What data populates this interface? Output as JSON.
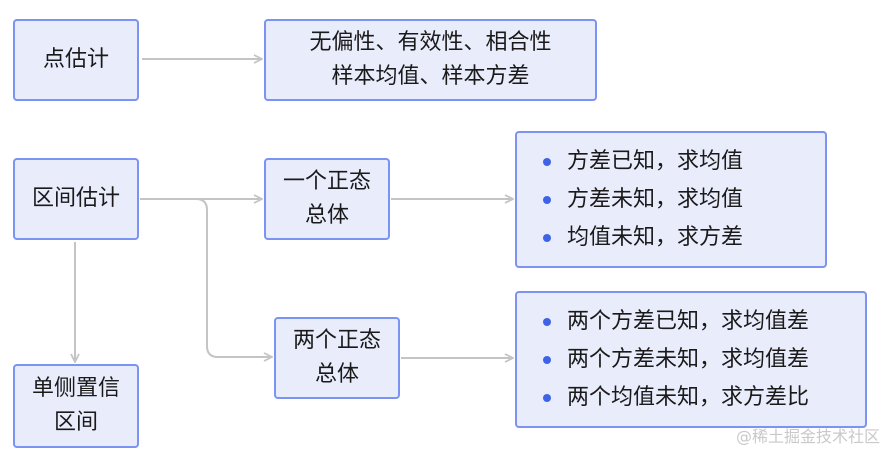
{
  "nodes": {
    "point_estimation": "点估计",
    "point_properties": [
      "无偏性、有效性、相合性",
      "样本均值、样本方差"
    ],
    "interval_estimation": "区间估计",
    "one_population": [
      "一个正态",
      "总体"
    ],
    "one_population_cases": [
      "方差已知，求均值",
      "方差未知，求均值",
      "均值未知，求方差"
    ],
    "two_population": [
      "两个正态",
      "总体"
    ],
    "two_population_cases": [
      "两个方差已知，求均值差",
      "两个方差未知，求均值差",
      "两个均值未知，求方差比"
    ],
    "one_sided": [
      "单侧置信",
      "区间"
    ]
  },
  "colors": {
    "node_fill": "#e9ecfb",
    "node_border": "#7b93f2",
    "bullet": "#3f63e6",
    "connector": "#c4c4c4"
  },
  "watermark": "@稀土掘金技术社区"
}
